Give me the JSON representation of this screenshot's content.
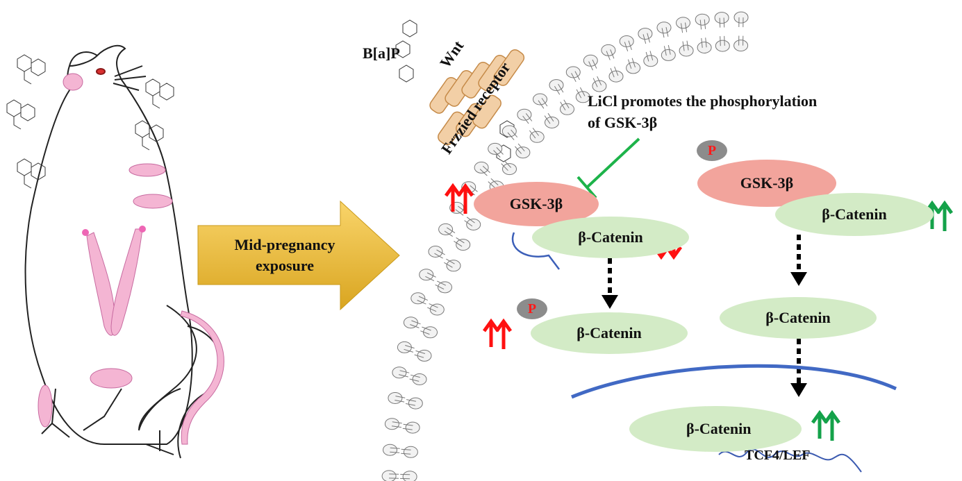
{
  "labels": {
    "bap": "B[a]P",
    "wnt": "Wnt",
    "frizzled": "Frzzied receptor",
    "licl": "LiCl promotes the phosphorylation of GSK-3β",
    "exposure": "Mid-pregnancy exposure",
    "gsk_left": "GSK-3β",
    "gsk_right": "GSK-3β",
    "bcat_left_top": "β-Catenin",
    "bcat_left_bottom": "β-Catenin",
    "bcat_right_top": "β-Catenin",
    "bcat_right_mid": "β-Catenin",
    "bcat_nucleus": "β-Catenin",
    "tcf": "TCF4/LEF",
    "p_left": "P",
    "p_right": "P"
  },
  "colors": {
    "up_red": "#ff1010",
    "up_green": "#14a24a",
    "inhibit_green": "#1db34a",
    "nuclear_membrane": "#4169c4",
    "arrow_gold": "#f7c948",
    "receptor": "#d9a66b"
  },
  "icons": [
    "rat-illustration",
    "bap-molecule-icon",
    "lipid-bilayer",
    "double-up-arrow-icon",
    "double-down-arrow-icon"
  ]
}
